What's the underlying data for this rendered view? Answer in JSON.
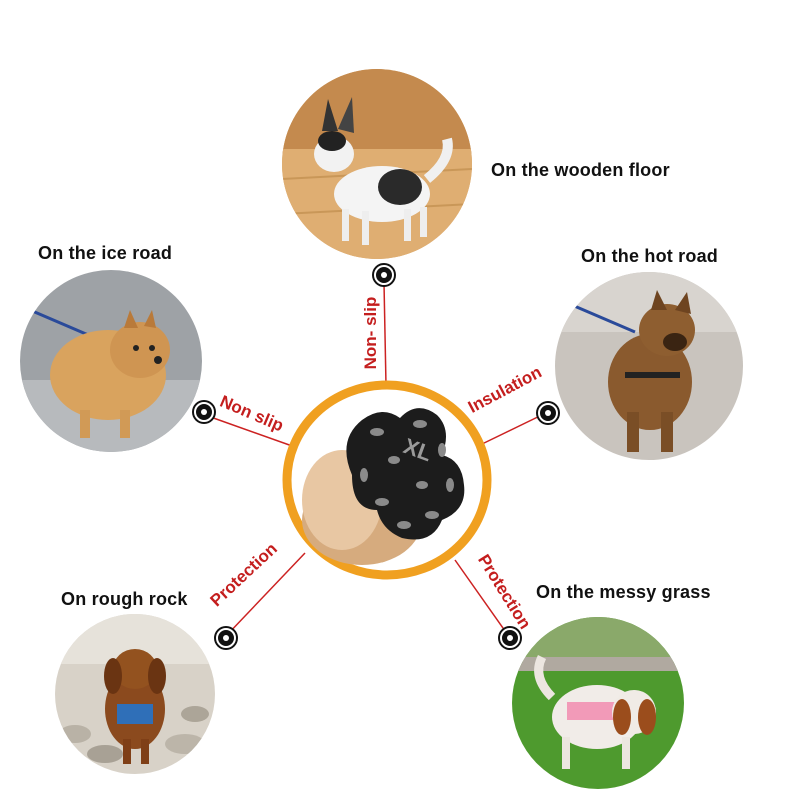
{
  "captions": {
    "wooden_floor": "On the wooden floor",
    "ice_road": "On the ice road",
    "hot_road": "On the hot road",
    "rough_rock": "On rough rock",
    "messy_grass": "On the messy grass"
  },
  "features": {
    "top": "Non- slip",
    "left": "Non slip",
    "right": "Insulation",
    "bottom_left": "Protection",
    "bottom_right": "Protection"
  },
  "pad": {
    "size_label": "XL"
  },
  "colors": {
    "ring": "#f0a020",
    "feature_text": "#c41e1e",
    "connector_line": "#cc2222",
    "pad": "#1c1c1c"
  }
}
